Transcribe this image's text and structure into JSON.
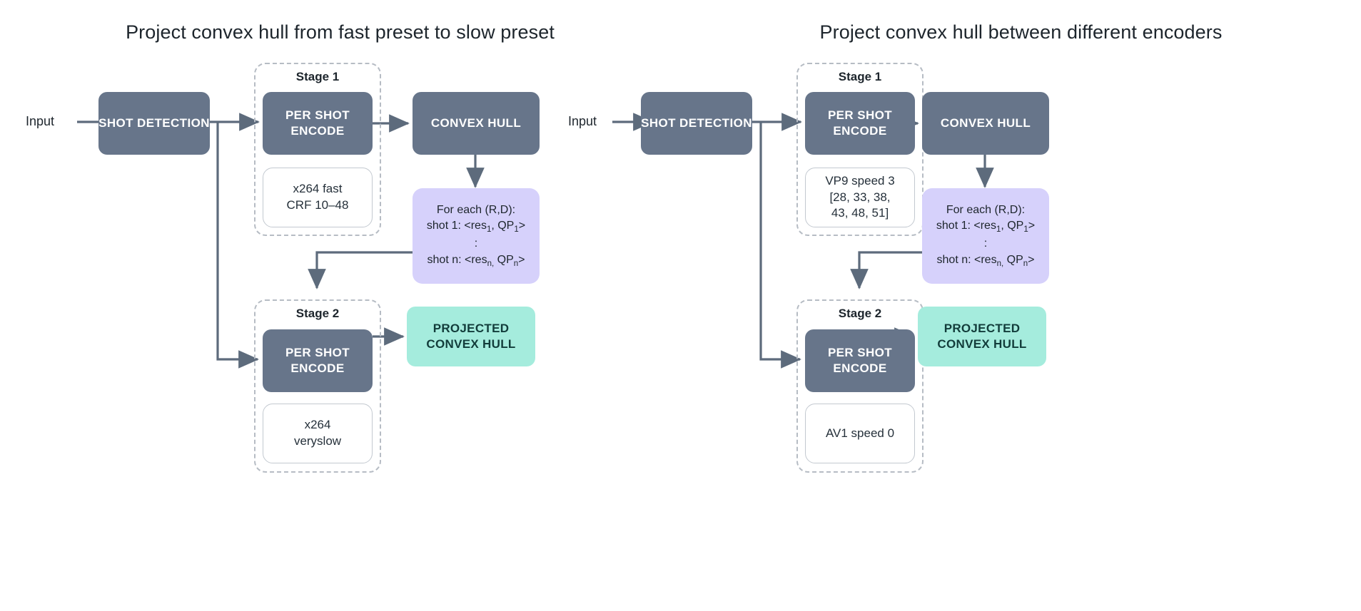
{
  "diagram": {
    "background": "#ffffff",
    "colors": {
      "node_dark": "#67758a",
      "node_lavender": "#d6d1fb",
      "node_teal": "#a5ecdd",
      "wire": "#5d6b7c",
      "group_border": "#b6bcc4",
      "text_dark": "#1d252c"
    },
    "panels": [
      {
        "id": "left",
        "title": "Project convex hull from fast preset to slow preset",
        "input_label": "Input",
        "shot_detection": "SHOT DETECTION",
        "stage1": {
          "label": "Stage 1",
          "encode": "PER SHOT ENCODE",
          "settings_line1": "x264 fast",
          "settings_line2": "CRF 10–48",
          "settings_line3": "",
          "settings_line4": ""
        },
        "convex_hull": "CONVEX HULL",
        "rd_box": {
          "line1": "For each (R,D):",
          "line2_prefix": "shot 1: <res",
          "line2_sub1": "1",
          "line2_mid": ", QP",
          "line2_sub2": "1",
          "line2_suffix": ">",
          "line3": ":",
          "line4_prefix": "shot n: <res",
          "line4_sub1": "n,",
          "line4_mid": " QP",
          "line4_sub2": "n",
          "line4_suffix": ">"
        },
        "stage2": {
          "label": "Stage 2",
          "encode": "PER SHOT ENCODE",
          "settings_line1": "x264",
          "settings_line2": "veryslow",
          "settings_line3": "",
          "settings_line4": ""
        },
        "output": "PROJECTED CONVEX HULL"
      },
      {
        "id": "right",
        "title": "Project convex hull between different encoders",
        "input_label": "Input",
        "shot_detection": "SHOT DETECTION",
        "stage1": {
          "label": "Stage 1",
          "encode": "PER SHOT ENCODE",
          "settings_line1": "VP9 speed 3",
          "settings_line2": "[28, 33, 38,",
          "settings_line3": "43, 48, 51]",
          "settings_line4": ""
        },
        "convex_hull": "CONVEX HULL",
        "rd_box": {
          "line1": "For each (R,D):",
          "line2_prefix": "shot 1: <res",
          "line2_sub1": "1",
          "line2_mid": ", QP",
          "line2_sub2": "1",
          "line2_suffix": ">",
          "line3": ":",
          "line4_prefix": "shot n: <res",
          "line4_sub1": "n,",
          "line4_mid": " QP",
          "line4_sub2": "n",
          "line4_suffix": ">"
        },
        "stage2": {
          "label": "Stage 2",
          "encode": "PER SHOT ENCODE",
          "settings_line1": "AV1 speed 0",
          "settings_line2": "",
          "settings_line3": "",
          "settings_line4": ""
        },
        "output": "PROJECTED CONVEX HULL"
      }
    ]
  }
}
